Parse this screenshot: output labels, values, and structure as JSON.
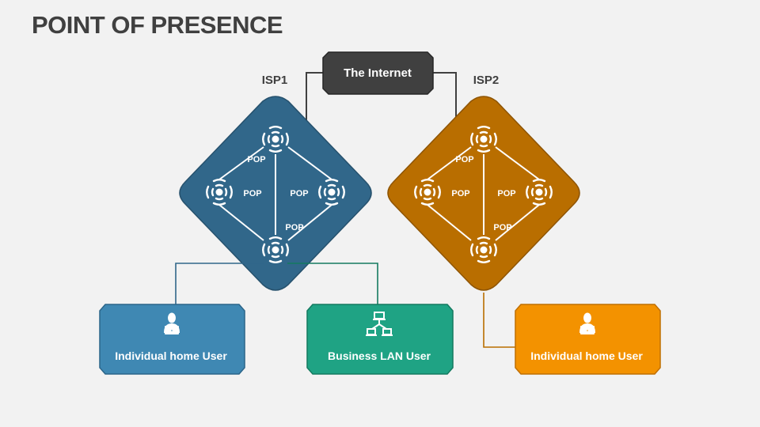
{
  "title": "POINT OF PRESENCE",
  "internet": {
    "label": "The Internet",
    "color": "#404040"
  },
  "isps": [
    {
      "label": "ISP1",
      "color": "#31678a",
      "border": "#26516d",
      "pops": [
        {
          "label": "POP",
          "icon": "wireless-signal-icon"
        },
        {
          "label": "POP",
          "icon": "wireless-signal-icon"
        },
        {
          "label": "POP",
          "icon": "wireless-signal-icon"
        },
        {
          "label": "POP",
          "icon": "wireless-signal-icon"
        }
      ]
    },
    {
      "label": "ISP2",
      "color": "#b96e00",
      "border": "#8e5400",
      "pops": [
        {
          "label": "POP",
          "icon": "wireless-signal-icon"
        },
        {
          "label": "POP",
          "icon": "wireless-signal-icon"
        },
        {
          "label": "POP",
          "icon": "wireless-signal-icon"
        },
        {
          "label": "POP",
          "icon": "wireless-signal-icon"
        }
      ]
    }
  ],
  "users": [
    {
      "label": "Individual home User",
      "icon": "user-laptop-icon",
      "color": "#3f88b3",
      "border": "#2b6589",
      "connects_to": "ISP1"
    },
    {
      "label": "Business LAN User",
      "icon": "network-lan-icon",
      "color": "#1fa384",
      "border": "#147a60",
      "connects_to": "ISP1"
    },
    {
      "label": "Individual home User",
      "icon": "user-laptop-icon",
      "color": "#f39200",
      "border": "#c06f00",
      "connects_to": "ISP2"
    }
  ]
}
